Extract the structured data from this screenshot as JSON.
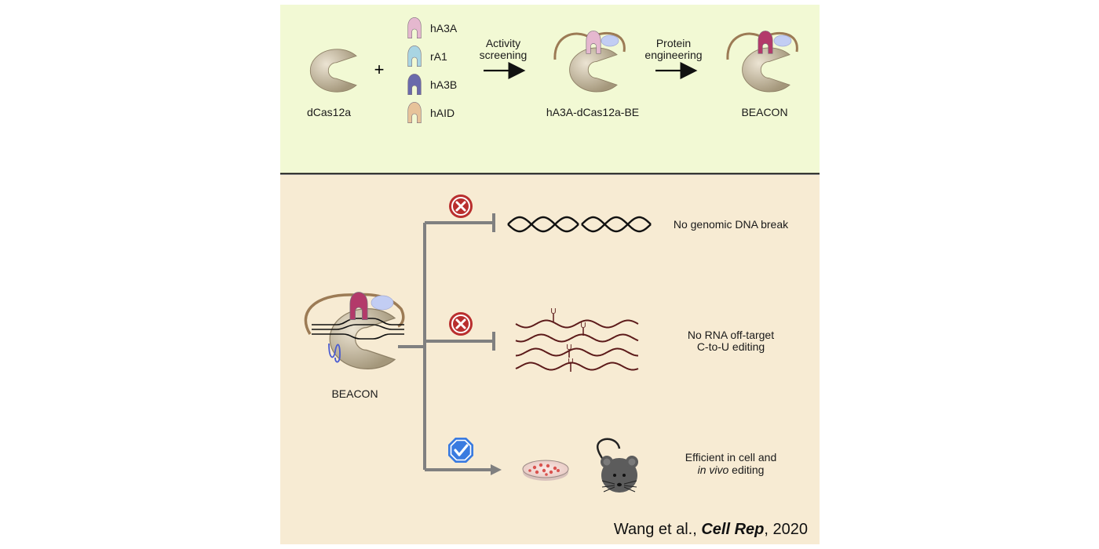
{
  "top": {
    "dcas_label": "dCas12a",
    "plus": "+",
    "deaminases": [
      {
        "name": "hA3A",
        "color": "#e5b8cf"
      },
      {
        "name": "rA1",
        "color": "#a9d5e3"
      },
      {
        "name": "hA3B",
        "color": "#6a6aab"
      },
      {
        "name": "hAID",
        "color": "#e7c39a"
      }
    ],
    "step1": [
      "Activity",
      "screening"
    ],
    "step2": [
      "Protein",
      "engineering"
    ],
    "intermediate_label": "hA3A-dCas12a-BE",
    "final_label": "BEACON"
  },
  "bottom": {
    "complex_label": "BEACON",
    "outcomes": [
      {
        "text": [
          "No genomic DNA break"
        ],
        "status": "x"
      },
      {
        "text": [
          "No RNA off-target",
          "C-to-U editing"
        ],
        "status": "x"
      },
      {
        "text": [
          "Efficient in cell and",
          "in vivo editing"
        ],
        "italic_part": "in vivo",
        "status": "check"
      }
    ],
    "rna_marks": [
      "U",
      "U",
      "U",
      "U"
    ]
  },
  "citation": {
    "authors": "Wang et al., ",
    "journal": "Cell Rep",
    "year": ", 2020"
  },
  "colors": {
    "top_bg": "#f2f9d4",
    "bottom_bg": "#f7ebd3",
    "cas_body": "#c2b59b",
    "tether": "#9c7b55",
    "beacon_deaminase": "#b33a6a",
    "ugi": "#c2cdf3",
    "branch": "#808080",
    "dna": "#111111",
    "rna": "#5c1a1a",
    "x_icon": "#b92e2e",
    "check_icon": "#3a7be0"
  }
}
